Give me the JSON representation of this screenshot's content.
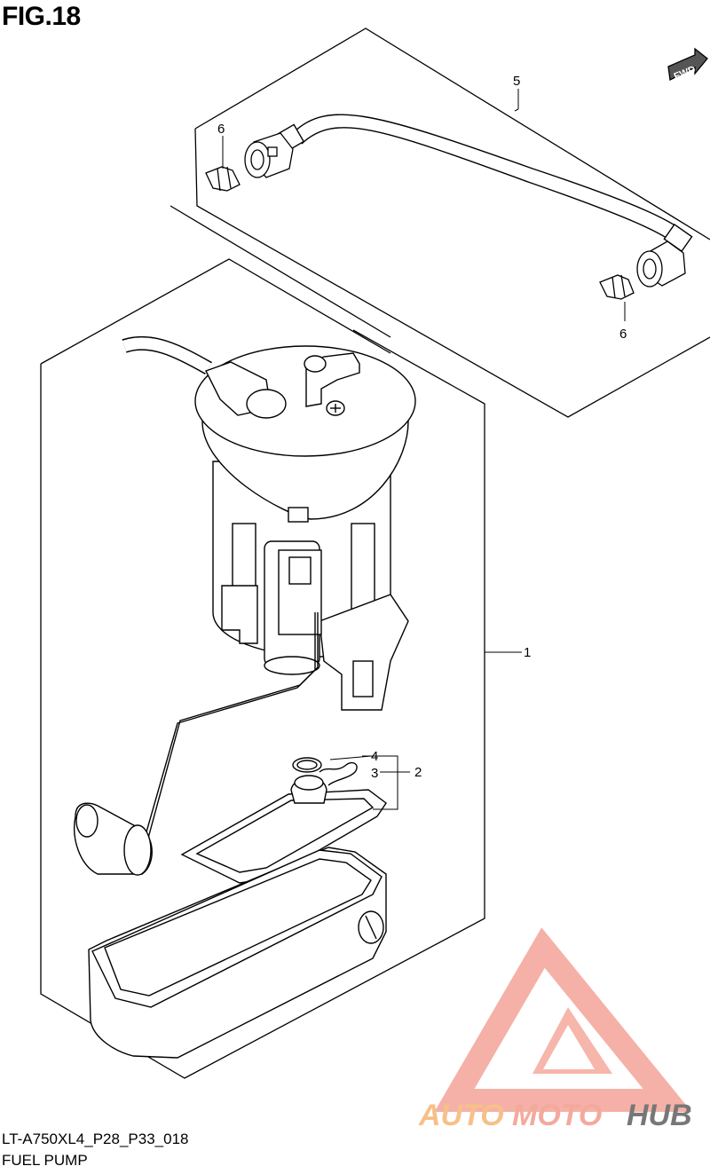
{
  "figure": {
    "title": "FIG.18"
  },
  "direction_badge": {
    "label": "FWD"
  },
  "callouts": [
    {
      "id": "callout-1",
      "label": "1"
    },
    {
      "id": "callout-2",
      "label": "2"
    },
    {
      "id": "callout-3",
      "label": "3"
    },
    {
      "id": "callout-4",
      "label": "4"
    },
    {
      "id": "callout-5",
      "label": "5"
    },
    {
      "id": "callout-6-top",
      "label": "6"
    },
    {
      "id": "callout-6-bottom",
      "label": "6"
    }
  ],
  "watermark": {
    "part1": "AUTO",
    "part2": "MOTO",
    "part3": "HUB",
    "color_main": "#f4a99d",
    "color_accent": "#f7c08a",
    "color_dark": "#777777"
  },
  "footer": {
    "code": "LT-A750XL4_P28_P33_018",
    "name": "FUEL PUMP"
  }
}
